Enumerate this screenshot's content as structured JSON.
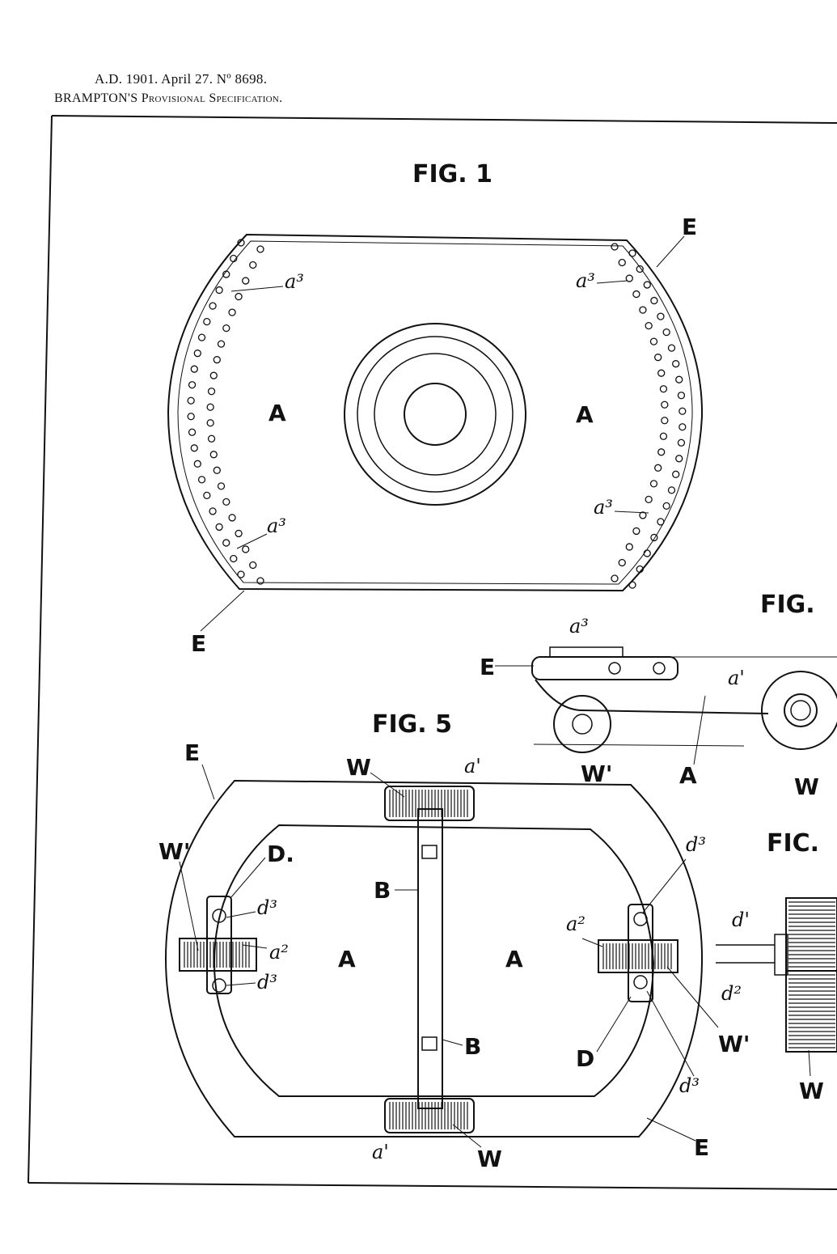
{
  "header": {
    "line1": "A.D. 1901. April 27. Nº 8698.",
    "line2": "BRAMPTON'S Provisional Specification."
  },
  "figures": {
    "fig1": {
      "title": "FIG. 1",
      "labels": [
        "a³",
        "a³",
        "a³",
        "a³",
        "A",
        "A",
        "E",
        "E"
      ]
    },
    "fig_side": {
      "title": "FIG.",
      "labels": [
        "a³",
        "E",
        "a'",
        "W'",
        "A",
        "W"
      ]
    },
    "fig5": {
      "title": "FIG. 5",
      "labels": [
        "E",
        "W",
        "a'",
        "W'",
        "D.",
        "d³",
        "B",
        "a²",
        "A",
        "A",
        "d³",
        "B",
        "D",
        "d³",
        "a²",
        "W'",
        "d³",
        "a'",
        "W",
        "E"
      ]
    },
    "fig_detail": {
      "title": "FIC.",
      "labels": [
        "d'",
        "d²",
        "W"
      ]
    }
  }
}
